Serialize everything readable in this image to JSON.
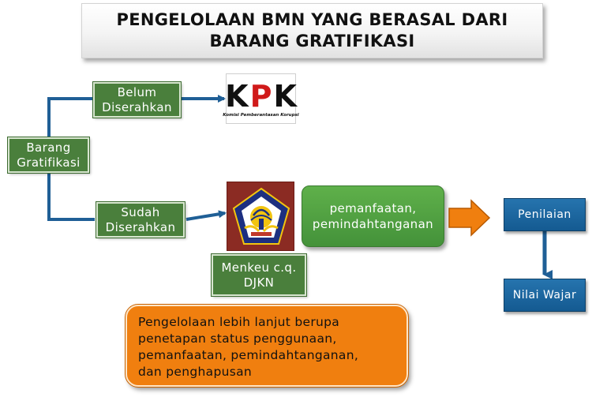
{
  "title": {
    "line1": "PENGELOLAAN BMN YANG BERASAL DARI",
    "line2": "BARANG GRATIFIKASI"
  },
  "nodes": {
    "barang_gratifikasi": {
      "line1": "Barang",
      "line2": "Gratifikasi"
    },
    "belum_diserahkan": {
      "line1": "Belum",
      "line2": "Diserahkan"
    },
    "sudah_diserahkan": {
      "line1": "Sudah",
      "line2": "Diserahkan"
    },
    "kpk_logo": {
      "letters": "KPK",
      "subtitle": "Komisi Pemberantasan Korupsi"
    },
    "menkeu": {
      "line1": "Menkeu c.q.",
      "line2": "DJKN"
    },
    "pemanfaatan": {
      "line1": "pemanfaatan,",
      "line2": "pemindahtanganan"
    },
    "penilaian": {
      "label": "Penilaian"
    },
    "nilai_wajar": {
      "label": "Nilai Wajar"
    },
    "note": {
      "line1": "Pengelolaan lebih lanjut berupa",
      "line2": "penetapan status penggunaan,",
      "line3": "pemanfaatan, pemindahtanganan,",
      "line4": "dan penghapusan"
    }
  },
  "colors": {
    "green_box": "#4a7f3c",
    "connector_blue": "#1f5f96",
    "orange": "#f07f0f",
    "blue_box": "#1a66a0",
    "kpk_red": "#d01a1a",
    "emblem_maroon": "#8b2b23"
  }
}
